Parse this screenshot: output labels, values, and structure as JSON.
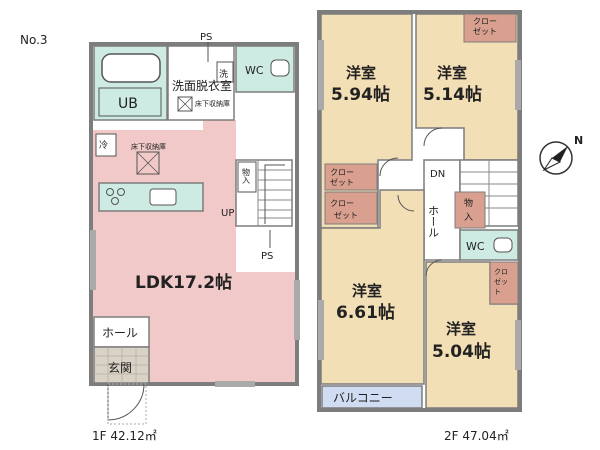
{
  "plan_id": "No.3",
  "floor1": {
    "area_label": "1F 42.12㎡",
    "rooms": {
      "ldk": "LDK17.2帖",
      "ub": "UB",
      "washroom": "洗面脱衣室",
      "wash": "洗",
      "wc": "WC",
      "underfloor_storage_1": "床下収納庫",
      "underfloor_storage_2": "床下収納庫",
      "fridge": "冷",
      "storage": "物入",
      "hall": "ホール",
      "entrance": "玄関",
      "ps_top": "PS",
      "ps_bottom": "PS",
      "stairs_up": "UP"
    }
  },
  "floor2": {
    "area_label": "2F 47.04㎡",
    "rooms": {
      "room_a_name": "洋室",
      "room_a_size": "5.94帖",
      "room_b_name": "洋室",
      "room_b_size": "5.14帖",
      "room_c_name": "洋室",
      "room_c_size": "6.61帖",
      "room_d_name": "洋室",
      "room_d_size": "5.04帖",
      "closet_1a": "クロー",
      "closet_1b": "ゼット",
      "closet_2a": "クロー",
      "closet_2b": "ゼット",
      "closet_3a": "クロー",
      "closet_3b": "ゼット",
      "closet_4a": "クロ",
      "closet_4b": "ゼッ",
      "closet_4c": "ト",
      "hall": "ホール",
      "storage_a": "物",
      "storage_b": "入",
      "wc": "WC",
      "stairs_down": "DN",
      "balcony": "バルコニー"
    }
  },
  "compass": {
    "label": "N"
  },
  "colors": {
    "ldk_floor": "#f2c9c9",
    "room_floor": "#f3dfb6",
    "wet_area": "#cdeae3",
    "closet": "#d9a08f",
    "balcony": "#cfdcf2",
    "wall": "#7d7d7d"
  }
}
